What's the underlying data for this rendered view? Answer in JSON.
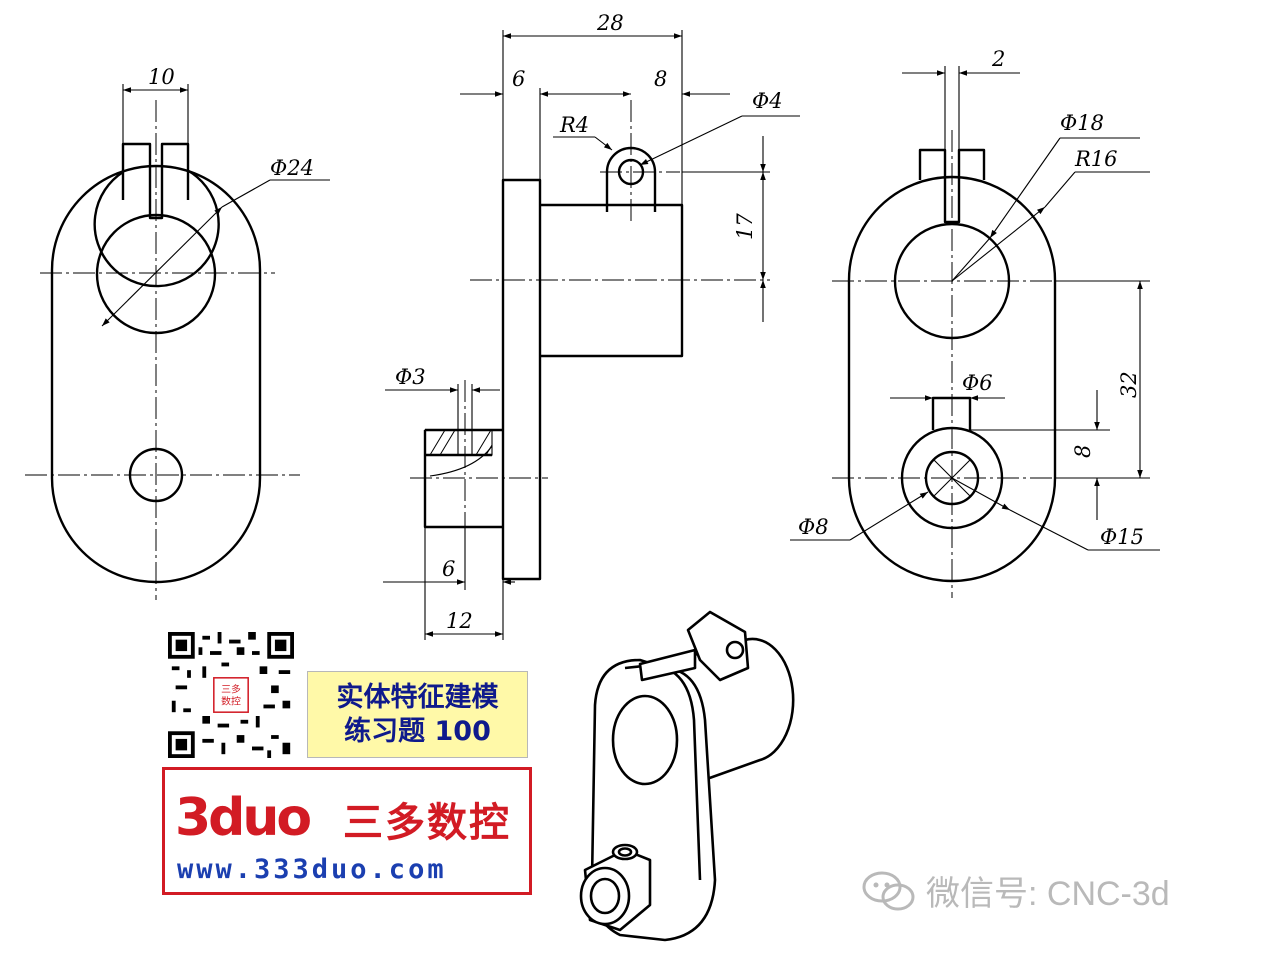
{
  "dimensions": {
    "front_width": "10",
    "front_dia": "Φ24",
    "side_total": "28",
    "side_left": "6",
    "side_right": "8",
    "side_hole": "Φ4",
    "side_radius": "R4",
    "side_height": "17",
    "side_small_hole": "Φ3",
    "side_bottom_inner": "6",
    "side_bottom_outer": "12",
    "rear_slot": "2",
    "rear_dia": "Φ18",
    "rear_radius": "R16",
    "rear_center_dist": "32",
    "rear_small_hole": "Φ6",
    "rear_offset": "8",
    "rear_bore": "Φ8",
    "rear_boss": "Φ15"
  },
  "title_box": {
    "line1": "实体特征建模",
    "line2": "练习题 100"
  },
  "logo": {
    "brand": "3duo",
    "brand_cn": "三多数控",
    "url": "www.333duo.com",
    "qr_badge": "三多\n数控"
  },
  "watermark": {
    "text": "微信号: CNC-3d",
    "icon": "wechat-icon"
  },
  "colors": {
    "title_bg": "#fff9a8",
    "title_text": "#0f1a8c",
    "logo_red": "#d21b24",
    "logo_blue": "#1b3fb0",
    "watermark": "#b9b9b9"
  }
}
